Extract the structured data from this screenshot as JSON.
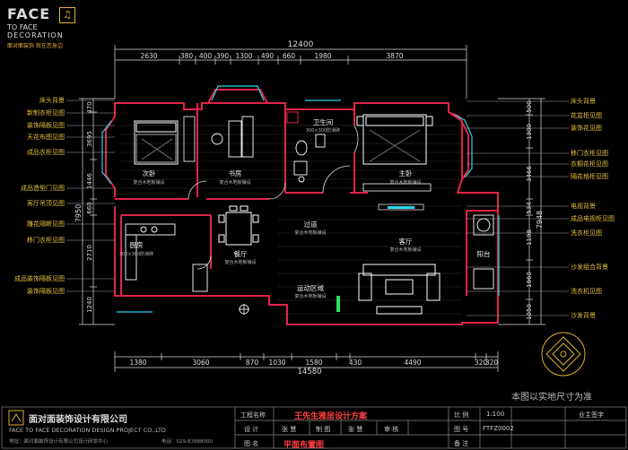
{
  "logo": {
    "brand": "FACE",
    "line2": "TO FACE",
    "line3": "DECORATION",
    "tagline": "面对面装饰 就在您身边",
    "mark": "♫"
  },
  "dims": {
    "top_total": "12400",
    "top_parts": [
      "2630",
      "380",
      "400",
      "390",
      "1300",
      "490",
      "660",
      "1980",
      "3870"
    ],
    "bottom_parts": [
      "1380",
      "3060",
      "870",
      "1030",
      "1580",
      "430",
      "4490",
      "320",
      "320"
    ],
    "bottom_total": "14580",
    "left_parts": [
      "470",
      "3695",
      "1446",
      "660",
      "2710",
      "1240"
    ],
    "left_total": "7950",
    "right_parts": [
      "500",
      "1300",
      "3466",
      "534",
      "1198",
      "1960",
      "1050"
    ],
    "right_total": "7948"
  },
  "rooms": {
    "bedroom2": "次卧",
    "study": "书房",
    "bathroom": "卫生间",
    "master": "主卧",
    "corridor": "过道",
    "kitchen": "厨房",
    "dining": "餐厅",
    "living": "客厅",
    "balcony": "阳台",
    "activity": "运动区域"
  },
  "room_subs": {
    "bedroom2": "复合木地板铺设",
    "study": "复合木地板铺设",
    "bathroom": "300×300防滑砖",
    "master": "复合木地板铺设",
    "corridor": "复合木地板铺设",
    "kitchen": "300×300防滑砖",
    "dining": "复合木地板铺设",
    "living": "复合木地板铺设",
    "activity": "复合木地板铺设"
  },
  "labels_left": [
    "床头背景",
    "新制衣柜见图",
    "装饰隔板见图",
    "天花布图见图",
    "成品衣柜见图",
    "成品造型门见图",
    "客厅吊顶见图",
    "雕花隔断见图",
    "移门衣柜见图",
    "成品装饰隔板见图",
    "装饰隔板见图"
  ],
  "labels_right": [
    "床头背景",
    "花盆柜见图",
    "装饰花见图",
    "移门衣柜见图",
    "衣橱花柜见图",
    "隔花格柜见图",
    "电视背景",
    "成品电视柜见图",
    "洗衣柜见图",
    "沙发组合背景",
    "洗衣机见图",
    "沙发背景"
  ],
  "note": "本图以实地尺寸为准",
  "title_block": {
    "company": "面对面装饰设计有限公司",
    "company_en": "FACE TO FACE DECORATION DESIGN PROJECT CO.,LTD",
    "address": "地址：面对面装饰设计有限公司设计研发中心",
    "phone": "电话：029-83988000",
    "project_label": "工程名称",
    "project": "王先生雅居设计方案",
    "design_label": "设 计",
    "designer": "张 慧",
    "draw_label": "制 图",
    "drawer": "张 慧",
    "audit_label": "审 核",
    "drawing_label": "图 名",
    "drawing": "平面布置图",
    "scale_label": "比 例",
    "scale": "1:100",
    "number_label": "图 号",
    "number": "FTFZ0002",
    "remark_label": "备 注",
    "owner": "业主签字"
  },
  "colors": {
    "wall": "#e0244a",
    "furniture": "#ffffff",
    "accent": "#2ad4e8",
    "dimension": "#e8e8e8",
    "label": "#e0c040",
    "title": "#ff4040"
  }
}
